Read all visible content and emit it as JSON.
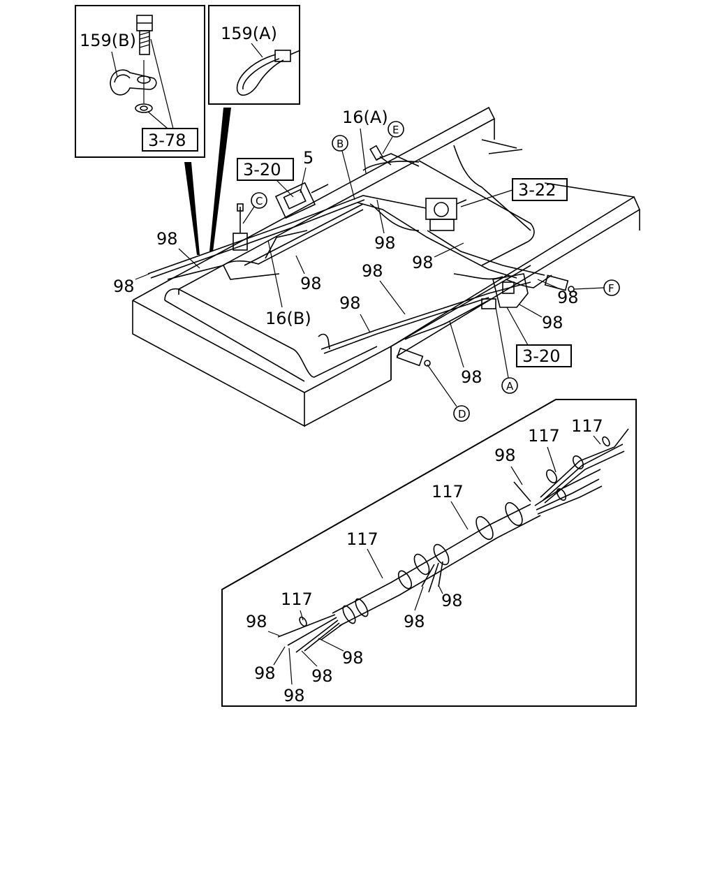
{
  "callouts": {
    "clip_b": "159(B)",
    "tie_a": "159(A)",
    "ref_3_78": "3-78",
    "ref_3_20_top": "3-20",
    "ref_3_20_bottom": "3-20",
    "ref_3_22": "3-22",
    "part_5": "5",
    "part_16a": "16(A)",
    "part_16b": "16(B)",
    "part_98": "98",
    "part_117": "117"
  },
  "markers": {
    "a": "A",
    "b": "B",
    "c": "C",
    "d": "D",
    "e": "E",
    "f": "F"
  }
}
